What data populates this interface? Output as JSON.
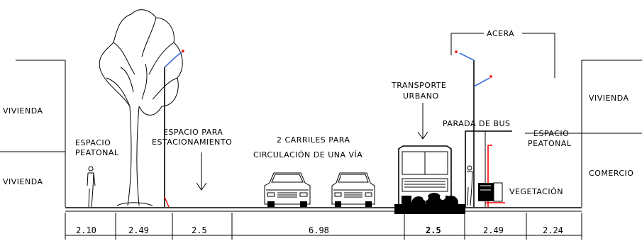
{
  "labels": {
    "left_upper_use": "VIVIENDA",
    "left_lower_use": "VIVIENDA",
    "left_pedestrian_1": "ESPACIO",
    "left_pedestrian_2": "PEATONAL",
    "parking_1": "ESPACIO PARA",
    "parking_2": "ESTACIONAMIENTO",
    "lanes_1": "2 CARRILES PARA",
    "lanes_2": "CIRCULACIÓN DE UNA VÍA",
    "transport_1": "TRANSPORTE",
    "transport_2": "URBANO",
    "sidewalk": "ACERA",
    "bus_stop": "PARADA DE BUS",
    "right_pedestrian_1": "ESPACIO",
    "right_pedestrian_2": "PEATONAL",
    "right_upper_use": "VIVIENDA",
    "right_lower_use": "COMERCIO",
    "vegetation": "VEGETACIÓN"
  },
  "dimensions": [
    "2.10",
    "2.49",
    "2.5",
    "6.98",
    "2.5",
    "2.49",
    "2.24"
  ],
  "colors": {
    "line": "#000000",
    "accent_red": "#ff0000",
    "accent_blue": "#3b6fd6"
  }
}
